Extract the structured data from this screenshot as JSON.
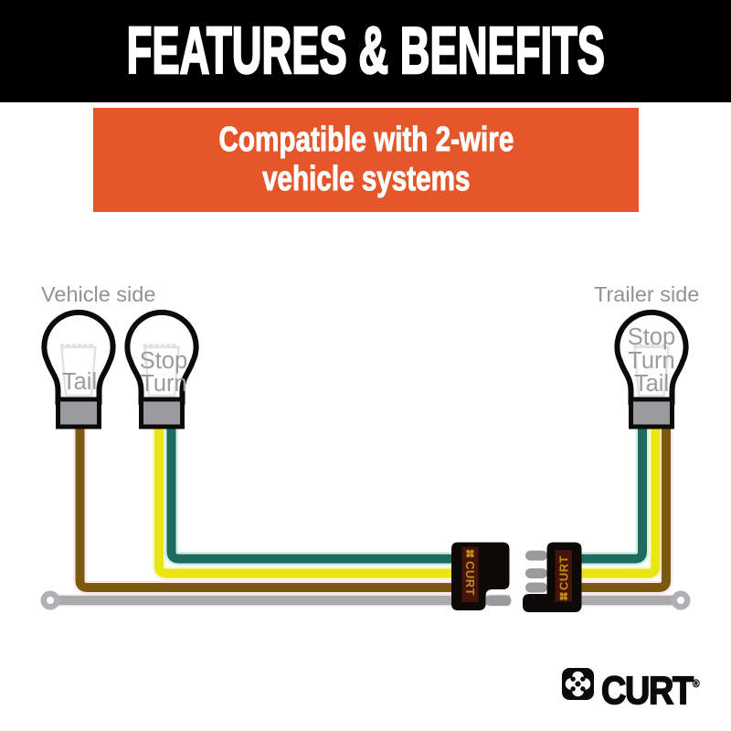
{
  "header": {
    "title": "FEATURES & BENEFITS"
  },
  "banner": {
    "line1": "Compatible with 2-wire",
    "line2": "vehicle systems"
  },
  "diagram": {
    "vehicle_side_label": "Vehicle side",
    "trailer_side_label": "Trailer side",
    "bulbs": [
      {
        "side": "vehicle",
        "function": "Tail",
        "labels": [
          "Tail"
        ]
      },
      {
        "side": "vehicle",
        "function": "Stop/Turn",
        "labels": [
          "Stop",
          "Turn"
        ]
      },
      {
        "side": "trailer",
        "function": "Stop/Turn/Tail",
        "labels": [
          "Stop",
          "Turn",
          "Tail"
        ]
      }
    ],
    "connectors": {
      "brand": "CURT"
    },
    "wire_colors": {
      "green": "#1E6A5E",
      "green_glow": "#CBF1E9",
      "yellow": "#E9E612",
      "yellow_glow": "#F8F8CD",
      "brown": "#7B5A0F",
      "brown_glow": "#FCE9F0",
      "ground": "#ABABAD",
      "ground_glow": "#E3E3E3"
    }
  },
  "footer": {
    "brand": "CURT",
    "registered_mark": "®"
  },
  "colors": {
    "header_bg": "#000000",
    "banner_bg": "#E5572B",
    "text_white": "#FFFFFF",
    "label_gray": "#909295"
  }
}
